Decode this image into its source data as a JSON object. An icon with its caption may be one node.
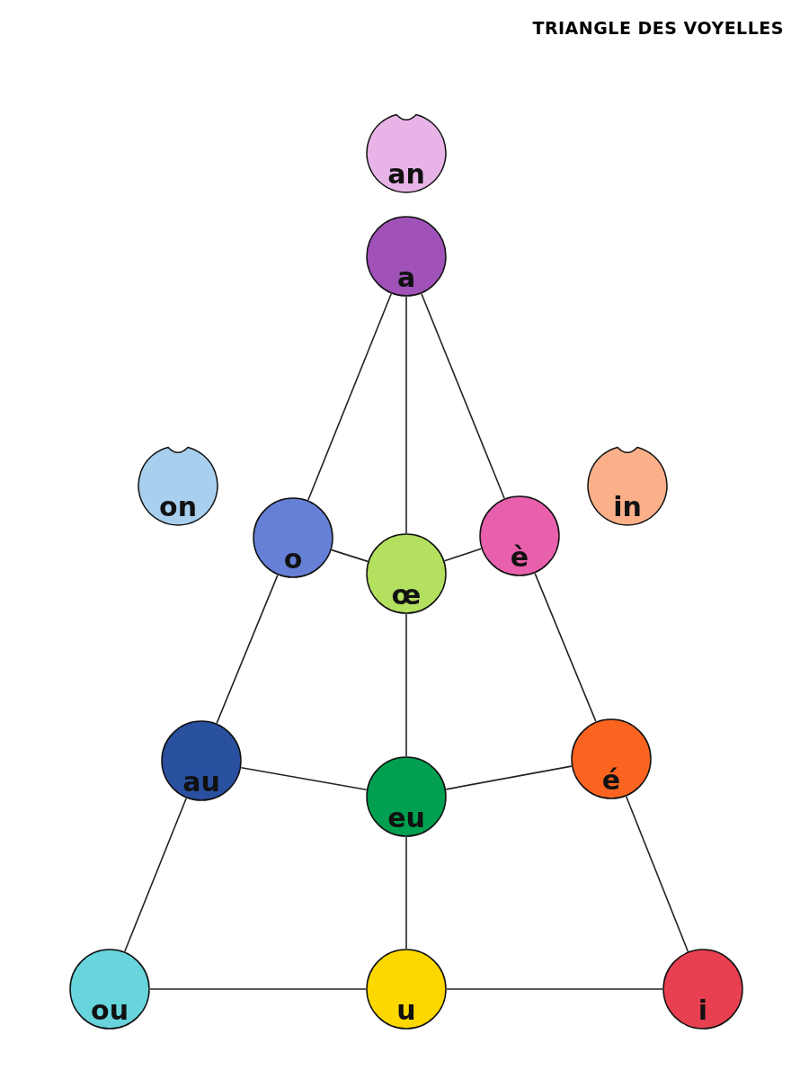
{
  "diagram": {
    "title": "TRIANGLE DES VOYELLES",
    "nodes": [
      {
        "text": [
          "an"
        ]
      },
      {
        "text": [
          "a"
        ]
      },
      {
        "text": [
          "on"
        ]
      },
      {
        "text": [
          "in"
        ]
      },
      {
        "text": [
          "o"
        ]
      },
      {
        "text": [
          "è"
        ]
      },
      {
        "text": [
          "œ"
        ]
      },
      {
        "text": [
          "au"
        ]
      },
      {
        "text": [
          "é"
        ]
      },
      {
        "text": [
          "eu"
        ]
      },
      {
        "text": [
          "ou"
        ]
      },
      {
        "text": [
          "u"
        ]
      },
      {
        "text": [
          "i"
        ]
      }
    ],
    "edges": [
      {
        "from": 1,
        "to": 4,
        "arrow": "none"
      },
      {
        "from": 1,
        "to": 6,
        "arrow": "none"
      },
      {
        "from": 1,
        "to": 5,
        "arrow": "none"
      },
      {
        "from": 4,
        "to": 6,
        "arrow": "none"
      },
      {
        "from": 6,
        "to": 5,
        "arrow": "none"
      },
      {
        "from": 4,
        "to": 7,
        "arrow": "none"
      },
      {
        "from": 6,
        "to": 9,
        "arrow": "none"
      },
      {
        "from": 5,
        "to": 8,
        "arrow": "none"
      },
      {
        "from": 7,
        "to": 9,
        "arrow": "none"
      },
      {
        "from": 9,
        "to": 8,
        "arrow": "none"
      },
      {
        "from": 7,
        "to": 10,
        "arrow": "none"
      },
      {
        "from": 9,
        "to": 11,
        "arrow": "none"
      },
      {
        "from": 8,
        "to": 12,
        "arrow": "none"
      },
      {
        "from": 10,
        "to": 11,
        "arrow": "none"
      },
      {
        "from": 11,
        "to": 12,
        "arrow": "none"
      }
    ]
  }
}
